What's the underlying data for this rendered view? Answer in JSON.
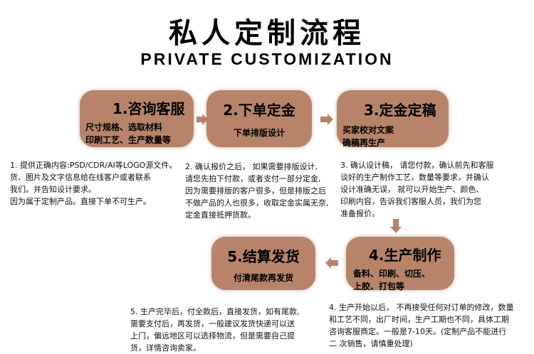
{
  "header": {
    "title": "私人定制流程",
    "subtitle": "PRIVATE CUSTOMIZATION"
  },
  "colors": {
    "step_fill": "#b7846a",
    "arrow": "#b7846a"
  },
  "steps": [
    {
      "title": "1.咨询客服",
      "lines": [
        "尺寸规格、选取材料",
        "印刷工艺、生产数量等"
      ],
      "desc": [
        "1. 提供正确内容:PSD/CDR/AI等LOGO源文件。",
        "货、图片及文字信息给在线客户或者联系",
        "我们。并告知设计要求。",
        "因为属于定制产品。直接下单不可生产。"
      ]
    },
    {
      "title": "2.下单定金",
      "lines": [
        "下单排版设计"
      ],
      "desc": [
        "2. 确认报价之后，  如果需要排版设计,",
        "请您先拍下付款，或者支付一部分定金,",
        "因为需要排版的客户很多，但是排版之后",
        "不做产品的人也很多，收取定金实属无奈,",
        "定金直接抵押货款。"
      ]
    },
    {
      "title": "3.定金定稿",
      "lines": [
        "买家校对文案",
        "确稿再生产"
      ],
      "desc": [
        "3. 确认设计稿，  请您付款，确认前先和客服",
        "谈好的生产制作工艺，数量等要求，并确认",
        "设计准确无误，  就可以开始生产、颜色、",
        "印刷内容，告诉我们客服人员，我们为您",
        "准备报价。"
      ]
    },
    {
      "title": "4.生产制作",
      "lines": [
        "备料、印刷、切压、",
        "上胶、打包等"
      ],
      "desc": [
        "4. 生产开始以后，  不再接受任何对订单的修改，数量",
        "和工艺不同，出厂时间，生产工期也不同，具体工期",
        "咨询客服商定。一般是7-10天。(定制产品不能进行",
        "二 次销售，请慎重处理)"
      ]
    },
    {
      "title": "5.结算发货",
      "lines": [
        "付清尾款再发货"
      ],
      "desc": [
        "5. 生产完毕后，付全款后，直接发货，如有尾款,",
        "需要支付后，再发货，一般建议发货快递可以送",
        "上门，偏远地区可以选择物流，但是需要自己提",
        "货，详情咨询卖家。"
      ]
    }
  ]
}
